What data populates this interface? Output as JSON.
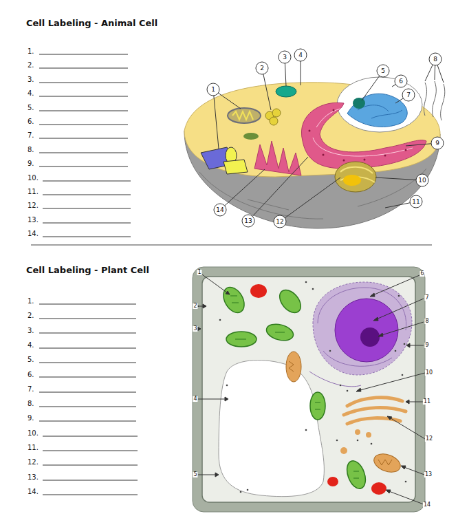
{
  "diagram": {
    "labels": [
      "Cell Labeling - Animal Cell",
      "1.",
      "2.",
      "3.",
      "4.",
      "5.",
      "6.",
      "7.",
      "8.",
      "9.",
      "10.",
      "11.",
      "12.",
      "13.",
      "14.",
      "1",
      "2",
      "3",
      "4",
      "5",
      "6",
      "7",
      "8",
      "9",
      "10",
      "11",
      "12",
      "13",
      "14",
      "Cell Labeling - Plant Cell",
      "1.",
      "2.",
      "3.",
      "4.",
      "5.",
      "6.",
      "7.",
      "8.",
      "9.",
      "10.",
      "11.",
      "12.",
      "13.",
      "14.",
      "1",
      "2",
      "3",
      "4",
      "5",
      "6",
      "7",
      "8",
      "9",
      "10",
      "11",
      "12",
      "13",
      "14"
    ]
  }
}
